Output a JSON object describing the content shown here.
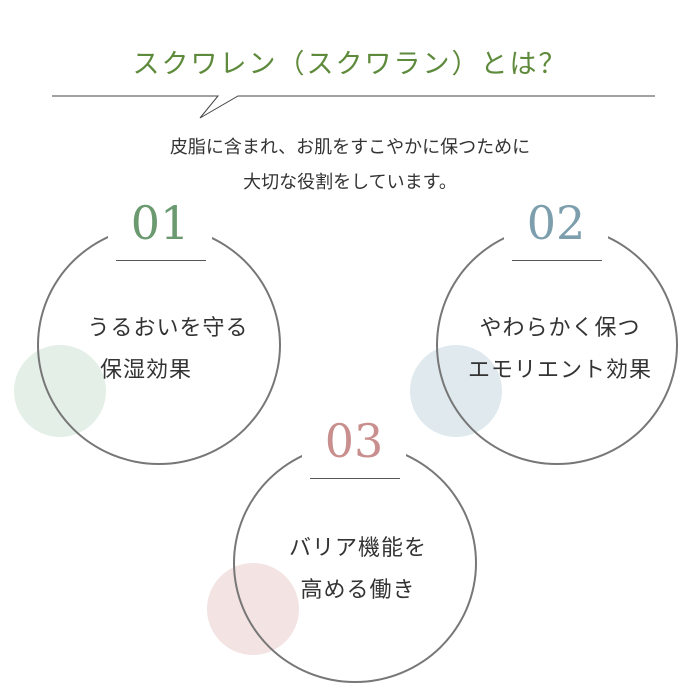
{
  "header": {
    "title": "スクワレン（スクワラン）とは？"
  },
  "intro": {
    "line1": "皮脂に含まれ、お肌をすこやかに保つために",
    "line2": "大切な役割をしています。"
  },
  "items": [
    {
      "number": "01",
      "label_line1": "うるおいを守る",
      "label_line2": "保湿効果",
      "number_color": "#6b9a70",
      "blob_color": "#e3efe7"
    },
    {
      "number": "02",
      "label_line1": "やわらかく保つ",
      "label_line2": "エモリエント効果",
      "number_color": "#7d9fad",
      "blob_color": "#dfe9ee"
    },
    {
      "number": "03",
      "label_line1": "バリア機能を",
      "label_line2": "高める働き",
      "number_color": "#c98f8f",
      "blob_color": "#f3e3e3"
    }
  ]
}
